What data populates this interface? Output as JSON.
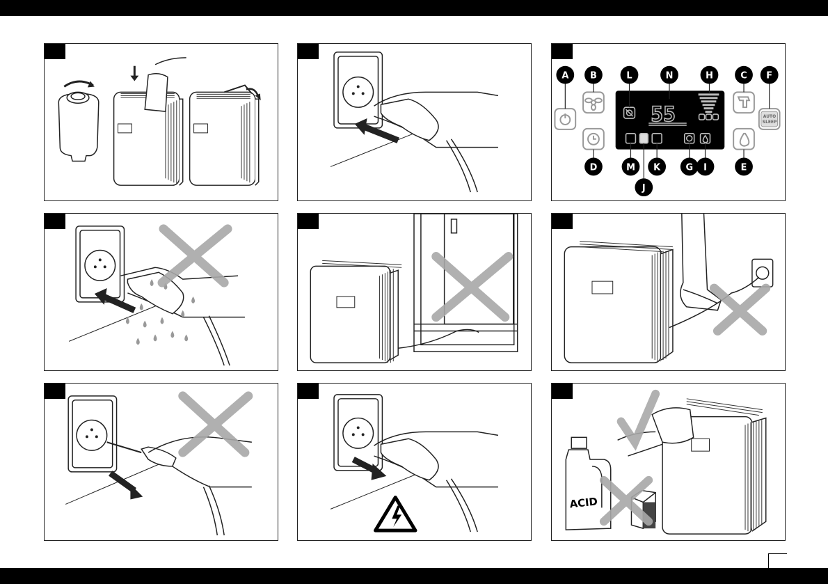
{
  "panels": [
    {
      "id": "p1",
      "content": "fill-water-tank"
    },
    {
      "id": "p2",
      "content": "plug-in-power"
    },
    {
      "id": "p3",
      "content": "control-panel"
    },
    {
      "id": "p4",
      "content": "no-wet-hands"
    },
    {
      "id": "p5",
      "content": "no-cable-through-window"
    },
    {
      "id": "p6",
      "content": "no-tripping-cable"
    },
    {
      "id": "p7",
      "content": "do-not-pull-cable"
    },
    {
      "id": "p8",
      "content": "unplug-electric-hazard"
    },
    {
      "id": "p9",
      "content": "cleaning"
    }
  ],
  "control_panel": {
    "labels": [
      "A",
      "B",
      "L",
      "N",
      "H",
      "C",
      "F",
      "D",
      "M",
      "J",
      "K",
      "G",
      "I",
      "E"
    ],
    "display_value": "55",
    "auto_label": "AUTO",
    "sleep_label": "SLEEP"
  },
  "cleaning": {
    "bottle_label": "ACID"
  },
  "icons": [
    "power-icon",
    "fan-icon",
    "timer-icon",
    "drop-icon",
    "lock-icon",
    "check-icon",
    "cross-icon",
    "warning-icon",
    "socket-icon"
  ],
  "colors": {
    "frame": "#222222",
    "cross": "#a8a8a8",
    "black": "#000000"
  }
}
